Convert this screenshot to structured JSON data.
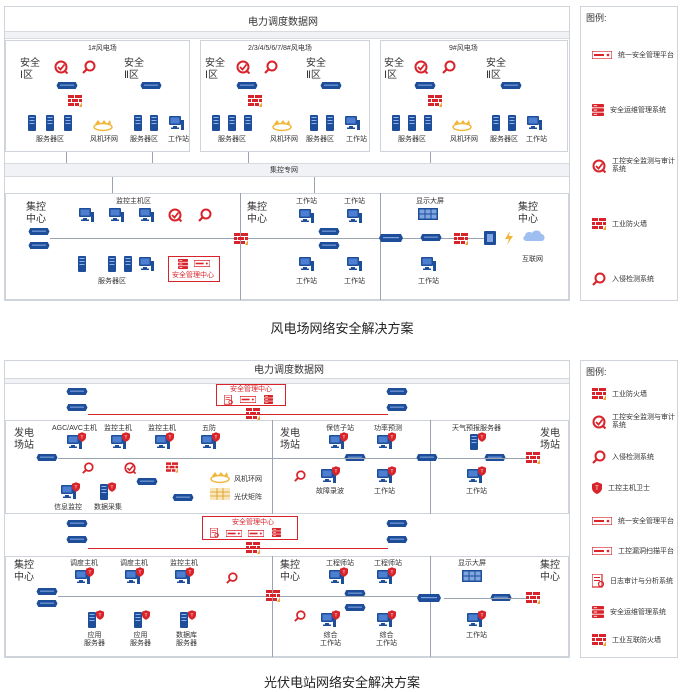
{
  "colors": {
    "accent_red": "#d8232a",
    "device_blue": "#1e4e9a",
    "line_gray": "#9aa3af"
  },
  "top": {
    "title": "电力调度数据网",
    "farms": [
      "1#风电场",
      "2/3/4/5/6/7/8#风电场",
      "9#风电场"
    ],
    "zone1": "安全\nⅠ区",
    "zone2": "安全\nⅡ区",
    "server_area": "服务器区",
    "wind_ring": "风机环网",
    "workstation": "工作站",
    "dedicated_net": "集控专网",
    "center_left": "集控\n中心",
    "center_mid": "集控\n中心",
    "center_right": "集控\n中心",
    "monitor_host_area": "监控主机区",
    "security_center": "安全管理中心",
    "display_screen": "显示大屏",
    "internet": "互联网",
    "caption": "风电场网络安全解决方案"
  },
  "legend_top": {
    "title": "图例:",
    "items": [
      {
        "icon": "unified-security-platform-icon",
        "label": "统一安全管理平台"
      },
      {
        "icon": "security-ops-system-icon",
        "label": "安全运维管理系统"
      },
      {
        "icon": "monitor-audit-system-icon",
        "label": "工控安全监测与审计系统"
      },
      {
        "icon": "industrial-firewall-icon",
        "label": "工业防火墙"
      },
      {
        "icon": "intrusion-detection-icon",
        "label": "入侵检测系统"
      }
    ]
  },
  "bottom": {
    "title": "电力调度数据网",
    "security_center": "安全管理中心",
    "plant_left": "发电\n场站",
    "plant_mid": "发电\n场站",
    "plant_right": "发电\n场站",
    "agc": "AGC/AVC主机",
    "monitor_host": "监控主机",
    "five_prevention": "五防",
    "relay_substation": "保信子站",
    "power_forecast": "功率预测",
    "weather_server": "天气预报服务器",
    "info_monitor": "信息监控",
    "data_collect": "数据采集",
    "wind_ring": "风机环网",
    "pv_matrix": "光伏矩阵",
    "fault_record": "故障录波",
    "workstation": "工作站",
    "center_left": "集控\n中心",
    "center_mid": "集控\n中心",
    "center_right": "集控\n中心",
    "dispatch_host": "调度主机",
    "engineer_station": "工程师站",
    "display_screen": "显示大屏",
    "app_server": "应用\n服务器",
    "db_server": "数据库\n服务器",
    "integrated_station": "综合\n工作站",
    "caption": "光伏电站网络安全解决方案"
  },
  "legend_bottom": {
    "title": "图例:",
    "items": [
      {
        "icon": "industrial-firewall-icon",
        "label": "工业防火墙"
      },
      {
        "icon": "monitor-audit-system-icon",
        "label": "工控安全监测与审计系统"
      },
      {
        "icon": "intrusion-detection-icon",
        "label": "入侵检测系统"
      },
      {
        "icon": "host-guard-icon",
        "label": "工控主机卫士"
      },
      {
        "icon": "unified-security-platform-icon",
        "label": "统一安全管理平台"
      },
      {
        "icon": "vuln-scan-platform-icon",
        "label": "工控漏洞扫描平台"
      },
      {
        "icon": "log-audit-system-icon",
        "label": "日志审计与分析系统"
      },
      {
        "icon": "security-ops-system-icon",
        "label": "安全运维管理系统"
      },
      {
        "icon": "industrial-internet-firewall-icon",
        "label": "工业互联防火墙"
      }
    ]
  }
}
